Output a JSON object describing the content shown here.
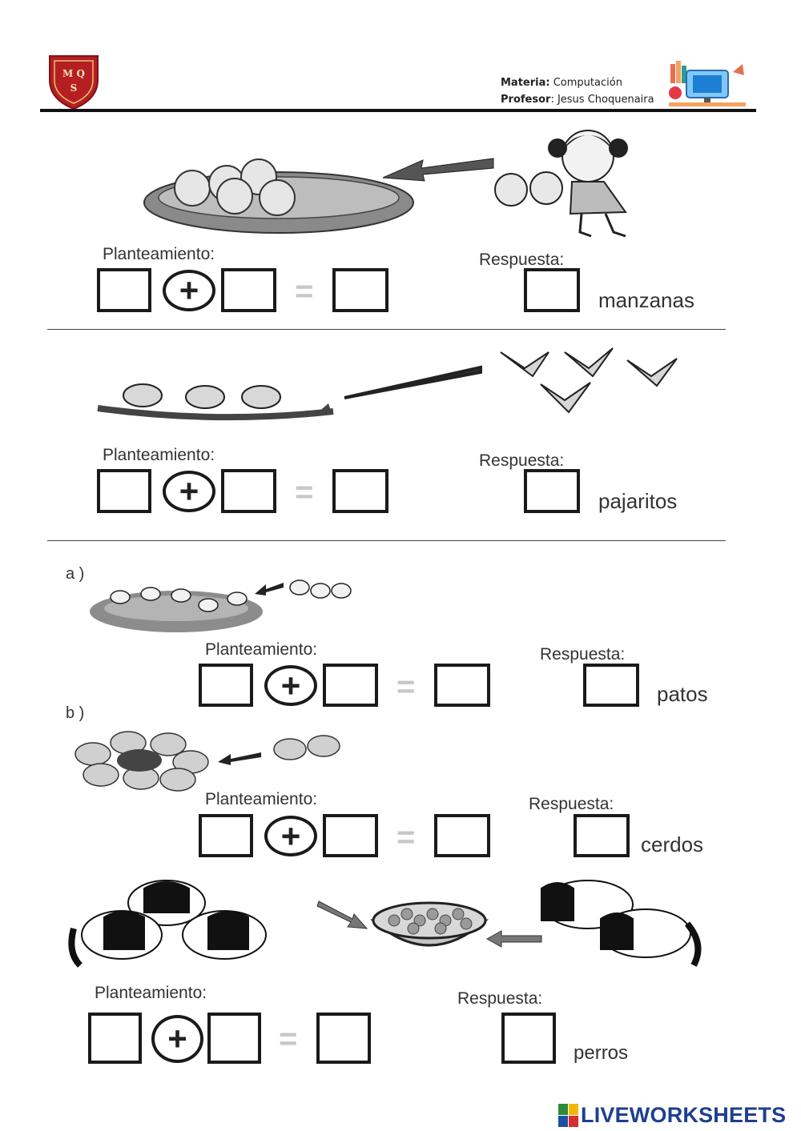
{
  "header": {
    "materia_label": "Materia:",
    "materia_value": "Computación",
    "profesor_label": "Profesor",
    "profesor_value": ": Jesus Choquenaira",
    "logo_letters": "MQS"
  },
  "labels": {
    "planteamiento": "Planteamiento:",
    "respuesta": "Respuesta:",
    "plus": "+",
    "equals": "="
  },
  "exercises": [
    {
      "unit": "manzanas"
    },
    {
      "unit": "pajaritos"
    },
    {
      "letter": "a )",
      "unit": "patos"
    },
    {
      "letter": "b )",
      "unit": "cerdos"
    },
    {
      "unit": "perros"
    }
  ],
  "footer": {
    "brand": "LIVEWORKSHEETS",
    "brand_colors": [
      "#2e8b3a",
      "#f2b705",
      "#1d4fa3",
      "#d62d2d"
    ]
  },
  "colors": {
    "ink": "#1a1a1a",
    "gray": "#9a9a9a"
  }
}
